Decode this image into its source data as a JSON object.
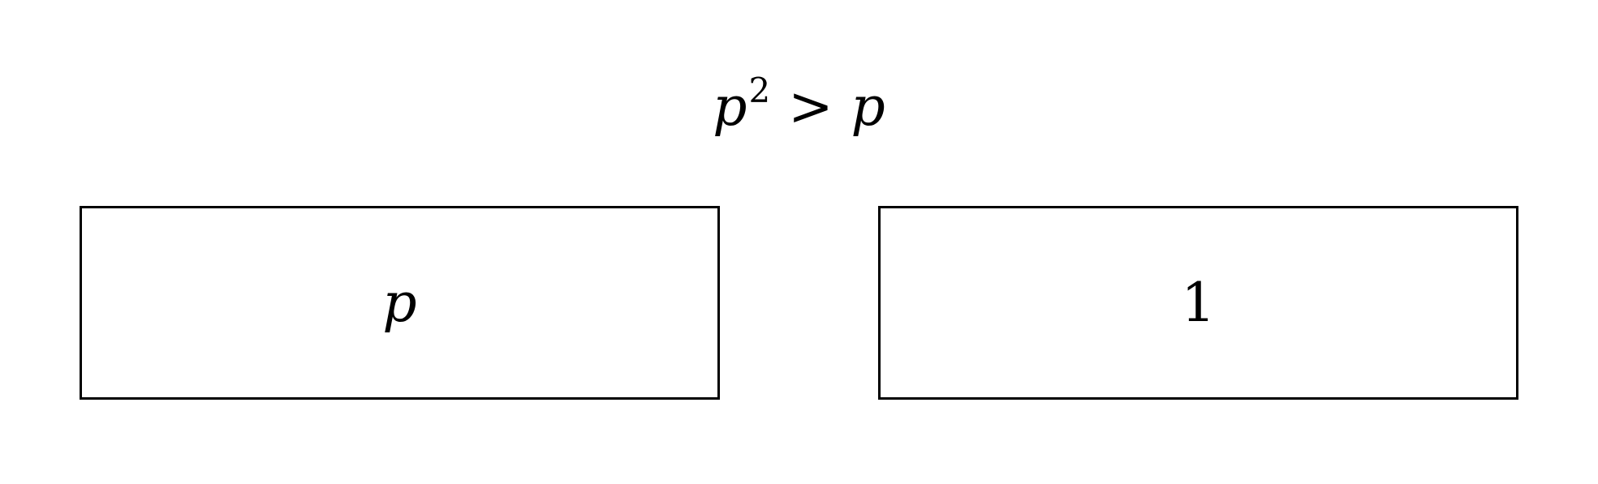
{
  "equation": {
    "lhs_base": "p",
    "lhs_exponent": "2",
    "operator": ">",
    "rhs": "p"
  },
  "boxes": [
    {
      "label": "p"
    },
    {
      "label": "1"
    }
  ]
}
